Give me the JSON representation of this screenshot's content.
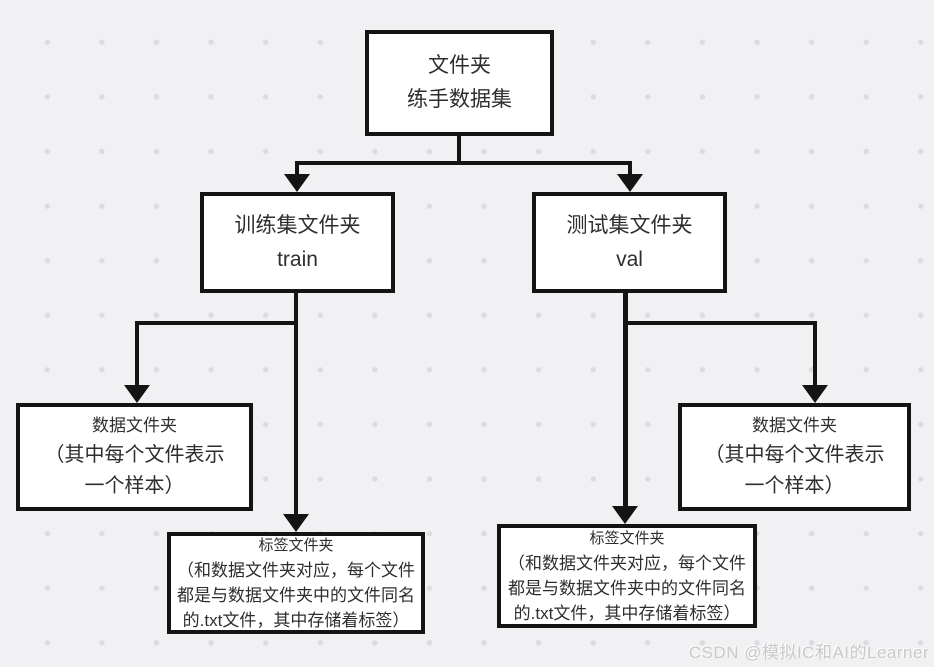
{
  "canvas": {
    "background_color": "#f1f1f3",
    "dot_color": "#dcdce0",
    "line_color": "#141414",
    "box_background": "#ffffff",
    "box_border_color": "#141414",
    "text_color": "#2e2e2e"
  },
  "diagram": {
    "type": "tree",
    "nodes": {
      "root": {
        "lines": [
          "文件夹",
          "练手数据集"
        ]
      },
      "train": {
        "lines": [
          "训练集文件夹",
          "train"
        ]
      },
      "val": {
        "lines": [
          "测试集文件夹",
          "val"
        ]
      },
      "train_data": {
        "title": "数据文件夹",
        "lines": [
          "（其中每个文件表示",
          "一个样本）"
        ]
      },
      "train_labels": {
        "title": "标签文件夹",
        "lines": [
          "（和数据文件夹对应，每个文件",
          "都是与数据文件夹中的文件同名",
          "的.txt文件，其中存储着标签）"
        ]
      },
      "val_data": {
        "title": "数据文件夹",
        "lines": [
          "（其中每个文件表示",
          "一个样本）"
        ]
      },
      "val_labels": {
        "title": "标签文件夹",
        "lines": [
          "（和数据文件夹对应，每个文件",
          "都是与数据文件夹中的文件同名",
          "的.txt文件，其中存储着标签）"
        ]
      }
    },
    "edges": [
      {
        "from": "root",
        "to": "train"
      },
      {
        "from": "root",
        "to": "val"
      },
      {
        "from": "train",
        "to": "train_data"
      },
      {
        "from": "train",
        "to": "train_labels"
      },
      {
        "from": "val",
        "to": "val_data"
      },
      {
        "from": "val",
        "to": "val_labels"
      }
    ]
  },
  "watermark": {
    "text": "CSDN @模拟IC和AI的Learner",
    "color": "#c9c9c9"
  }
}
